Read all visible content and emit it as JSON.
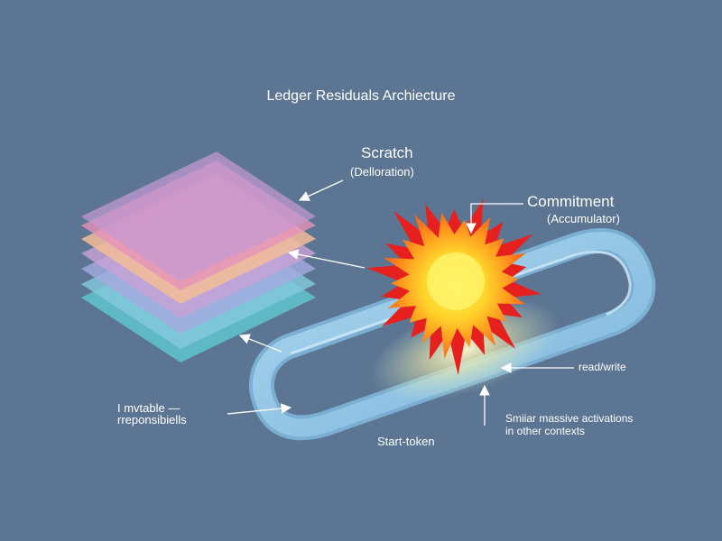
{
  "title": "Ledger Residuals Archiecture",
  "scratch": {
    "name": "Scratch",
    "sub": "(Delloration)"
  },
  "commitment": {
    "name": "Commitment",
    "sub": "(Accumulator)"
  },
  "read_write": "read/write",
  "immutable": {
    "line1": "I mvtable —",
    "line2": "rreponsibiells"
  },
  "start_token": "Start-token",
  "similar": {
    "line1": "Smiiar massive activations",
    "line2": "in other contexts"
  },
  "colors": {
    "background": "#5b7593",
    "layer_colors": [
      "#5fc4cf",
      "#82c9dc",
      "#a4a9df",
      "#c7a2d6",
      "#f3bc98",
      "#e692b9",
      "#c59ad2"
    ],
    "ring": "#9ccde8",
    "burst_outer": "#e6201f",
    "burst_core": "#ffd42a"
  }
}
